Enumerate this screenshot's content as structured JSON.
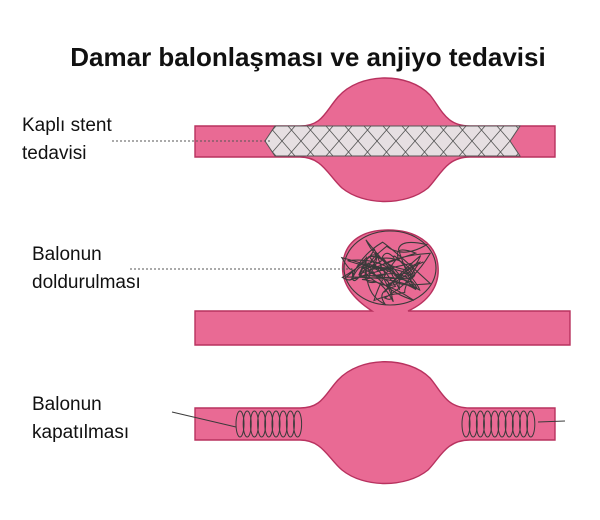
{
  "title": "Damar balonlaşması ve anjiyo tedavisi",
  "panels": [
    {
      "line1": "Kaplı stent",
      "line2": "tedavisi"
    },
    {
      "line1": "Balonun",
      "line2": "doldurulması"
    },
    {
      "line1": "Balonun",
      "line2": "kapatılması"
    }
  ],
  "colors": {
    "vessel": "#e96a94",
    "vessel_outline": "#b8325f",
    "stent_fill": "#e6dfe2",
    "stent_line": "#555555",
    "coil": "#3a3a3a"
  }
}
